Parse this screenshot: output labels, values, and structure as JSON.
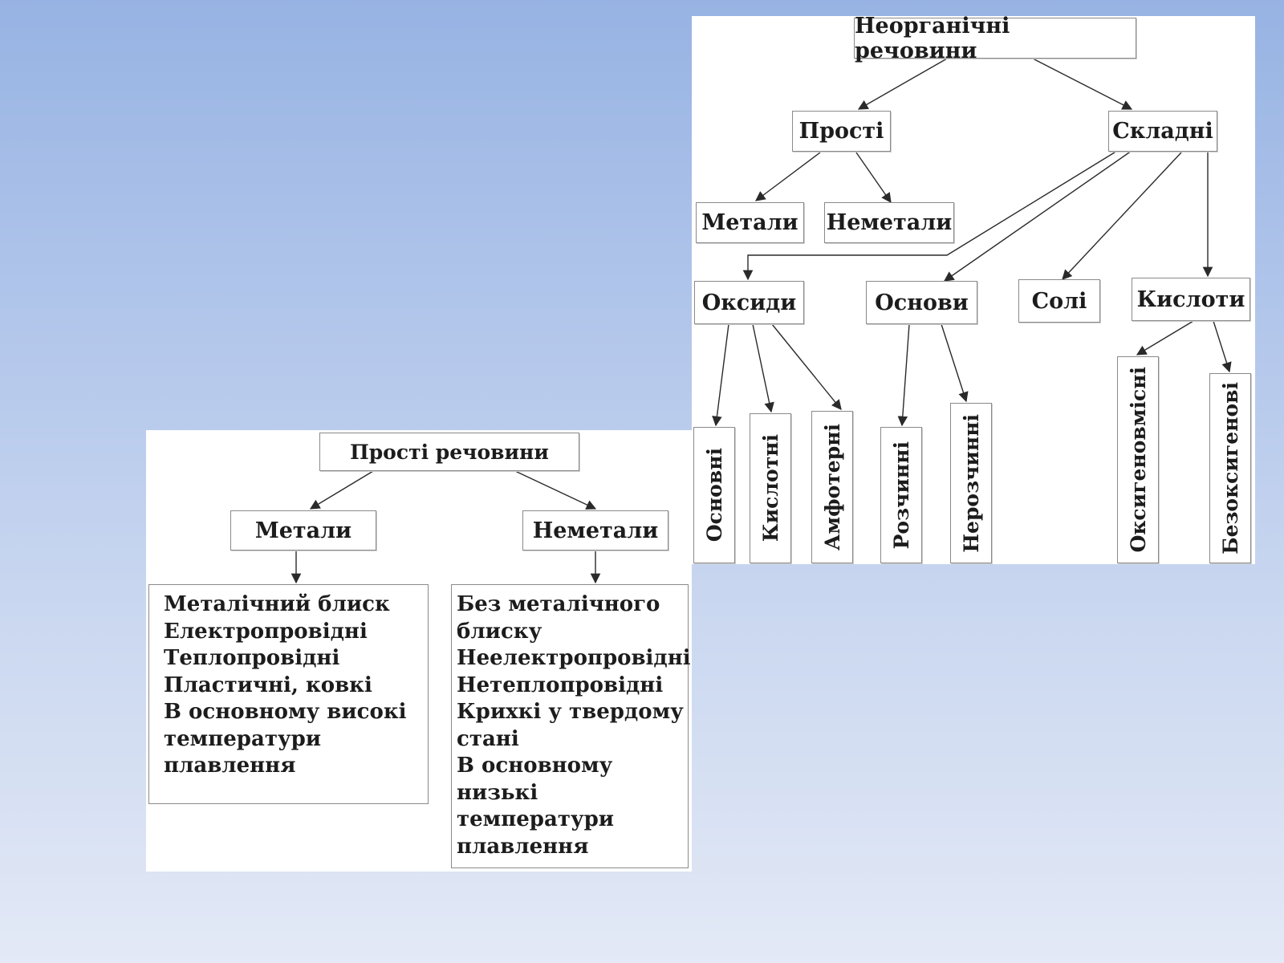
{
  "inorganic": {
    "root": "Неорганічні речовини",
    "simple": "Прості",
    "complex": "Складні",
    "metals": "Метали",
    "nonmetals": "Неметали",
    "oxides": "Оксиди",
    "bases": "Основи",
    "salts": "Солі",
    "acids": "Кислоти",
    "oxide_basic": "Основні",
    "oxide_acidic": "Кислотні",
    "oxide_amphoteric": "Амфотерні",
    "base_soluble": "Розчинні",
    "base_insoluble": "Нерозчинні",
    "acid_oxygen": "Оксигеновмісні",
    "acid_oxygenfree": "Безоксигенові"
  },
  "simple": {
    "root": "Прості речовини",
    "metals": "Метали",
    "nonmetals": "Неметали",
    "metal_props": [
      "Металічний блиск",
      "Електропровідні",
      "Теплопровідні",
      "Пластичні, ковкі",
      "В основному високі",
      "температури",
      "плавлення"
    ],
    "nonmetal_props": [
      "Без металічного",
      "блиску",
      "Неелектропровідні",
      "Нетеплопровідні",
      "Крихкі у твердому",
      "стані",
      "В основному",
      "низькі",
      "температури",
      "плавлення"
    ]
  },
  "colors": {
    "bg_top": "#97b3e3",
    "bg_bottom": "#e3e9f6",
    "box_border": "#8a8a8a",
    "arrow": "#2a2a2a"
  }
}
